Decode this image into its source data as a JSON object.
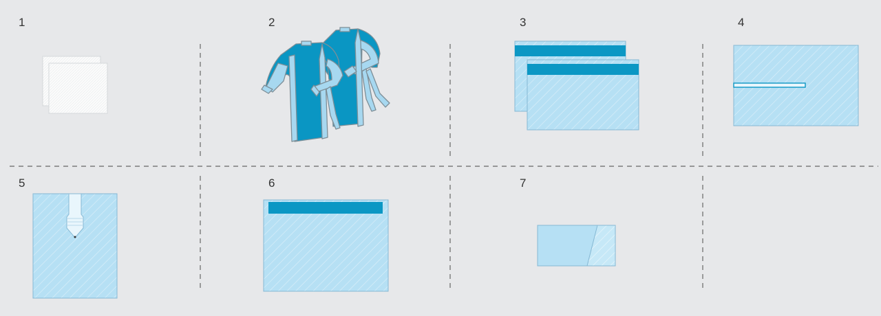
{
  "panels": [
    {
      "number": "1",
      "item": "gauze-swabs"
    },
    {
      "number": "2",
      "item": "surgical-gowns"
    },
    {
      "number": "3",
      "item": "drapes-with-adhesive-strip"
    },
    {
      "number": "4",
      "item": "drape-with-slit"
    },
    {
      "number": "5",
      "item": "drape-with-tube-cover"
    },
    {
      "number": "6",
      "item": "drape-with-adhesive-strip"
    },
    {
      "number": "7",
      "item": "folded-drape"
    }
  ],
  "colors": {
    "background": "#e7e8ea",
    "divider": "#666666",
    "drape_light": "#b6e0f4",
    "drape_border": "#85b8d4",
    "hatch": "#d9eef9",
    "adhesive_strip": "#0b97c4",
    "gown_body": "#0a96c3",
    "gown_sleeve": "#a7d8f0",
    "gown_outline": "#7d8e97",
    "swab_fill": "#fbfbfb",
    "swab_border": "#d5d8db",
    "number_text": "#333333"
  }
}
